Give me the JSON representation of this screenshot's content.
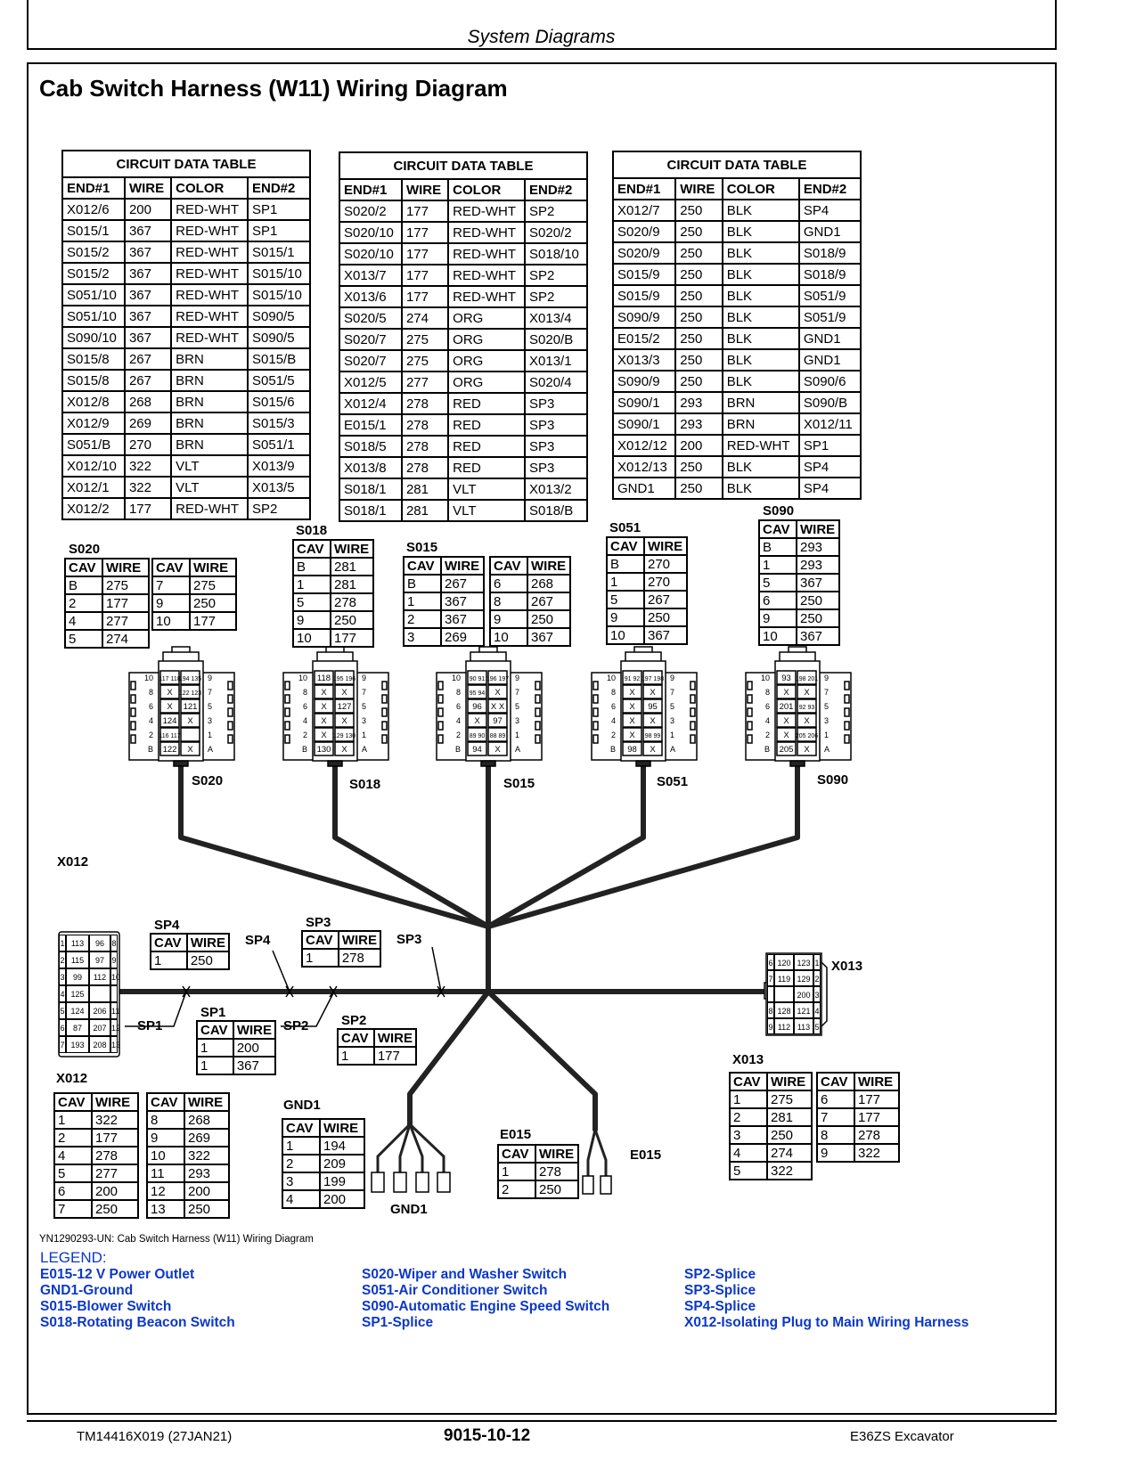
{
  "header": {
    "section_title": "System Diagrams"
  },
  "page_title": "Cab Switch Harness (W11) Wiring Diagram",
  "circuit_tables": [
    {
      "caption": "CIRCUIT DATA TABLE",
      "headers": [
        "END#1",
        "WIRE",
        "COLOR",
        "END#2"
      ],
      "rows": [
        [
          "X012/6",
          "200",
          "RED-WHT",
          "SP1"
        ],
        [
          "S015/1",
          "367",
          "RED-WHT",
          "SP1"
        ],
        [
          "S015/2",
          "367",
          "RED-WHT",
          "S015/1"
        ],
        [
          "S015/2",
          "367",
          "RED-WHT",
          "S015/10"
        ],
        [
          "S051/10",
          "367",
          "RED-WHT",
          "S015/10"
        ],
        [
          "S051/10",
          "367",
          "RED-WHT",
          "S090/5"
        ],
        [
          "S090/10",
          "367",
          "RED-WHT",
          "S090/5"
        ],
        [
          "S015/8",
          "267",
          "BRN",
          "S015/B"
        ],
        [
          "S015/8",
          "267",
          "BRN",
          "S051/5"
        ],
        [
          "X012/8",
          "268",
          "BRN",
          "S015/6"
        ],
        [
          "X012/9",
          "269",
          "BRN",
          "S015/3"
        ],
        [
          "S051/B",
          "270",
          "BRN",
          "S051/1"
        ],
        [
          "X012/10",
          "322",
          "VLT",
          "X013/9"
        ],
        [
          "X012/1",
          "322",
          "VLT",
          "X013/5"
        ],
        [
          "X012/2",
          "177",
          "RED-WHT",
          "SP2"
        ]
      ]
    },
    {
      "caption": "CIRCUIT DATA TABLE",
      "headers": [
        "END#1",
        "WIRE",
        "COLOR",
        "END#2"
      ],
      "rows": [
        [
          "S020/2",
          "177",
          "RED-WHT",
          "SP2"
        ],
        [
          "S020/10",
          "177",
          "RED-WHT",
          "S020/2"
        ],
        [
          "S020/10",
          "177",
          "RED-WHT",
          "S018/10"
        ],
        [
          "X013/7",
          "177",
          "RED-WHT",
          "SP2"
        ],
        [
          "X013/6",
          "177",
          "RED-WHT",
          "SP2"
        ],
        [
          "S020/5",
          "274",
          "ORG",
          "X013/4"
        ],
        [
          "S020/7",
          "275",
          "ORG",
          "S020/B"
        ],
        [
          "S020/7",
          "275",
          "ORG",
          "X013/1"
        ],
        [
          "X012/5",
          "277",
          "ORG",
          "S020/4"
        ],
        [
          "X012/4",
          "278",
          "RED",
          "SP3"
        ],
        [
          "E015/1",
          "278",
          "RED",
          "SP3"
        ],
        [
          "S018/5",
          "278",
          "RED",
          "SP3"
        ],
        [
          "X013/8",
          "278",
          "RED",
          "SP3"
        ],
        [
          "S018/1",
          "281",
          "VLT",
          "X013/2"
        ],
        [
          "S018/1",
          "281",
          "VLT",
          "S018/B"
        ]
      ]
    },
    {
      "caption": "CIRCUIT DATA TABLE",
      "headers": [
        "END#1",
        "WIRE",
        "COLOR",
        "END#2"
      ],
      "rows": [
        [
          "X012/7",
          "250",
          "BLK",
          "SP4"
        ],
        [
          "S020/9",
          "250",
          "BLK",
          "GND1"
        ],
        [
          "S020/9",
          "250",
          "BLK",
          "S018/9"
        ],
        [
          "S015/9",
          "250",
          "BLK",
          "S018/9"
        ],
        [
          "S015/9",
          "250",
          "BLK",
          "S051/9"
        ],
        [
          "S090/9",
          "250",
          "BLK",
          "S051/9"
        ],
        [
          "E015/2",
          "250",
          "BLK",
          "GND1"
        ],
        [
          "X013/3",
          "250",
          "BLK",
          "GND1"
        ],
        [
          "S090/9",
          "250",
          "BLK",
          "S090/6"
        ],
        [
          "S090/1",
          "293",
          "BRN",
          "S090/B"
        ],
        [
          "S090/1",
          "293",
          "BRN",
          "X012/11"
        ],
        [
          "X012/12",
          "200",
          "RED-WHT",
          "SP1"
        ],
        [
          "X012/13",
          "250",
          "BLK",
          "SP4"
        ],
        [
          "GND1",
          "250",
          "BLK",
          "SP4"
        ]
      ]
    }
  ],
  "cav_tables": {
    "s020_a": {
      "title": "S020",
      "headers": [
        "CAV",
        "WIRE"
      ],
      "rows": [
        [
          "B",
          "275"
        ],
        [
          "2",
          "177"
        ],
        [
          "4",
          "277"
        ],
        [
          "5",
          "274"
        ]
      ]
    },
    "s020_b": {
      "title": "",
      "headers": [
        "CAV",
        "WIRE"
      ],
      "rows": [
        [
          "7",
          "275"
        ],
        [
          "9",
          "250"
        ],
        [
          "10",
          "177"
        ]
      ]
    },
    "s018": {
      "title": "S018",
      "headers": [
        "CAV",
        "WIRE"
      ],
      "rows": [
        [
          "B",
          "281"
        ],
        [
          "1",
          "281"
        ],
        [
          "5",
          "278"
        ],
        [
          "9",
          "250"
        ],
        [
          "10",
          "177"
        ]
      ]
    },
    "s015_a": {
      "title": "S015",
      "headers": [
        "CAV",
        "WIRE"
      ],
      "rows": [
        [
          "B",
          "267"
        ],
        [
          "1",
          "367"
        ],
        [
          "2",
          "367"
        ],
        [
          "3",
          "269"
        ]
      ]
    },
    "s015_b": {
      "title": "",
      "headers": [
        "CAV",
        "WIRE"
      ],
      "rows": [
        [
          "6",
          "268"
        ],
        [
          "8",
          "267"
        ],
        [
          "9",
          "250"
        ],
        [
          "10",
          "367"
        ]
      ]
    },
    "s051": {
      "title": "S051",
      "headers": [
        "CAV",
        "WIRE"
      ],
      "rows": [
        [
          "B",
          "270"
        ],
        [
          "1",
          "270"
        ],
        [
          "5",
          "267"
        ],
        [
          "9",
          "250"
        ],
        [
          "10",
          "367"
        ]
      ]
    },
    "s090": {
      "title": "S090",
      "headers": [
        "CAV",
        "WIRE"
      ],
      "rows": [
        [
          "B",
          "293"
        ],
        [
          "1",
          "293"
        ],
        [
          "5",
          "367"
        ],
        [
          "6",
          "250"
        ],
        [
          "9",
          "250"
        ],
        [
          "10",
          "367"
        ]
      ]
    },
    "sp4": {
      "title": "SP4",
      "headers": [
        "CAV",
        "WIRE"
      ],
      "rows": [
        [
          "1",
          "250"
        ]
      ]
    },
    "sp3": {
      "title": "SP3",
      "headers": [
        "CAV",
        "WIRE"
      ],
      "rows": [
        [
          "1",
          "278"
        ]
      ]
    },
    "sp1": {
      "title": "SP1",
      "headers": [
        "CAV",
        "WIRE"
      ],
      "rows": [
        [
          "1",
          "200"
        ],
        [
          "1",
          "367"
        ]
      ]
    },
    "sp2": {
      "title": "SP2",
      "headers": [
        "CAV",
        "WIRE"
      ],
      "rows": [
        [
          "1",
          "177"
        ]
      ]
    },
    "x012_a": {
      "title": "X012",
      "headers": [
        "CAV",
        "WIRE"
      ],
      "rows": [
        [
          "1",
          "322"
        ],
        [
          "2",
          "177"
        ],
        [
          "4",
          "278"
        ],
        [
          "5",
          "277"
        ],
        [
          "6",
          "200"
        ],
        [
          "7",
          "250"
        ]
      ]
    },
    "x012_b": {
      "title": "",
      "headers": [
        "CAV",
        "WIRE"
      ],
      "rows": [
        [
          "8",
          "268"
        ],
        [
          "9",
          "269"
        ],
        [
          "10",
          "322"
        ],
        [
          "11",
          "293"
        ],
        [
          "12",
          "200"
        ],
        [
          "13",
          "250"
        ]
      ]
    },
    "gnd1": {
      "title": "GND1",
      "headers": [
        "CAV",
        "WIRE"
      ],
      "rows": [
        [
          "1",
          "194"
        ],
        [
          "2",
          "209"
        ],
        [
          "3",
          "199"
        ],
        [
          "4",
          "200"
        ]
      ]
    },
    "e015": {
      "title": "E015",
      "headers": [
        "CAV",
        "WIRE"
      ],
      "rows": [
        [
          "1",
          "278"
        ],
        [
          "2",
          "250"
        ]
      ]
    },
    "x013_a": {
      "title": "X013",
      "headers": [
        "CAV",
        "WIRE"
      ],
      "rows": [
        [
          "1",
          "275"
        ],
        [
          "2",
          "281"
        ],
        [
          "3",
          "250"
        ],
        [
          "4",
          "274"
        ],
        [
          "5",
          "322"
        ]
      ]
    },
    "x013_b": {
      "title": "",
      "headers": [
        "CAV",
        "WIRE"
      ],
      "rows": [
        [
          "6",
          "177"
        ],
        [
          "7",
          "177"
        ],
        [
          "8",
          "278"
        ],
        [
          "9",
          "322"
        ]
      ]
    }
  },
  "connector_labels": {
    "s020": "S020",
    "s018": "S018",
    "s015": "S015",
    "s051": "S051",
    "s090": "S090",
    "x012_top": "X012",
    "x013": "X013",
    "sp1": "SP1",
    "sp2": "SP2",
    "sp3": "SP3",
    "sp4": "SP4",
    "gnd1": "GND1",
    "e015": "E015"
  },
  "connector_cells": {
    "s020": [
      [
        "117 118",
        "194 135"
      ],
      [
        "X",
        "122 123"
      ],
      [
        "X",
        "121"
      ],
      [
        "124",
        "X"
      ],
      [
        "116 117",
        ""
      ],
      [
        "122",
        "X"
      ]
    ],
    "s018": [
      [
        "118",
        "195 196"
      ],
      [
        "X",
        "X"
      ],
      [
        "X",
        "127"
      ],
      [
        "X",
        "X"
      ],
      [
        "X",
        "129 130"
      ],
      [
        "130",
        "X"
      ]
    ],
    "s015": [
      [
        "90 91",
        "196 197"
      ],
      [
        "95 94",
        "X"
      ],
      [
        "96",
        "X X"
      ],
      [
        "X",
        "97"
      ],
      [
        "89 90",
        "88 89"
      ],
      [
        "94",
        "X"
      ]
    ],
    "s051": [
      [
        "91 92",
        "197 198"
      ],
      [
        "X",
        "X"
      ],
      [
        "X",
        "95"
      ],
      [
        "X",
        "X"
      ],
      [
        "X",
        "98 99"
      ],
      [
        "98",
        "X"
      ]
    ],
    "s090": [
      [
        "93",
        "198 201"
      ],
      [
        "X",
        "X"
      ],
      [
        "201",
        "92 93"
      ],
      [
        "X",
        "X"
      ],
      [
        "X",
        "205 206"
      ],
      [
        "205",
        "X"
      ]
    ],
    "x012": [
      [
        "1",
        "113",
        "96",
        "8"
      ],
      [
        "2",
        "115",
        "97",
        "9"
      ],
      [
        "3",
        "99",
        "112",
        "10"
      ],
      [
        "4",
        "125",
        "",
        ""
      ],
      [
        "5",
        "124",
        "206",
        "11"
      ],
      [
        "6",
        "87",
        "207",
        "12"
      ],
      [
        "7",
        "193",
        "208",
        "13"
      ]
    ],
    "x013": [
      [
        "6",
        "120",
        "123",
        "1"
      ],
      [
        "7",
        "119",
        "129",
        "2"
      ],
      [
        "",
        "",
        "200",
        "3"
      ],
      [
        "8",
        "128",
        "121",
        "4"
      ],
      [
        "9",
        "112",
        "113",
        "5"
      ]
    ],
    "left_pins": [
      "10",
      "8",
      "6",
      "4",
      "2",
      "B"
    ],
    "right_pins": [
      "9",
      "7",
      "5",
      "3",
      "1",
      "A"
    ]
  },
  "figure_caption": "YN1290293-UN: Cab Switch Harness (W11) Wiring Diagram",
  "legend": {
    "title": "LEGEND:",
    "col1": [
      "E015-12 V Power Outlet",
      "GND1-Ground",
      "S015-Blower Switch",
      "S018-Rotating Beacon Switch"
    ],
    "col2": [
      "S020-Wiper and Washer Switch",
      "S051-Air Conditioner Switch",
      "S090-Automatic Engine Speed Switch",
      "SP1-Splice"
    ],
    "col3": [
      "SP2-Splice",
      "SP3-Splice",
      "SP4-Splice",
      "X012-Isolating Plug to Main Wiring Harness"
    ]
  },
  "footer": {
    "doc_id": "TM14416X019 (27JAN21)",
    "page_number": "9015-10-12",
    "model": "E36ZS Excavator"
  }
}
